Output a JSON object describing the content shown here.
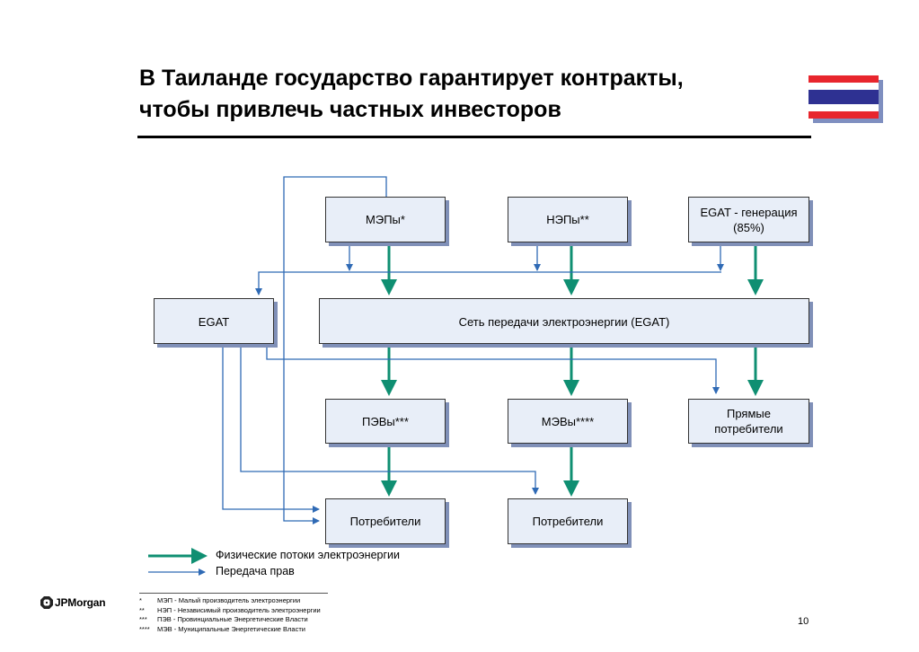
{
  "header": {
    "title_line1": "В Таиланде государство гарантирует контракты,",
    "title_line2": "чтобы привлечь частных инвесторов"
  },
  "flag": {
    "colors": [
      "#e8262d",
      "#ffffff",
      "#2e3192",
      "#ffffff",
      "#e8262d"
    ]
  },
  "nodes": {
    "meps": "МЭПы*",
    "neps": "НЭПы**",
    "egat_gen_line1": "EGAT - генерация",
    "egat_gen_line2": "(85%)",
    "egat": "EGAT",
    "grid": "Сеть передачи электроэнергии (EGAT)",
    "pevs": "ПЭВы***",
    "mevs": "МЭВы****",
    "direct_line1": "Прямые",
    "direct_line2": "потребители",
    "consumers_1": "Потребители",
    "consumers_2": "Потребители"
  },
  "legend": {
    "physical": "Физические потоки электроэнергии",
    "rights": "Передача прав",
    "physical_color": "#0f8f72",
    "rights_color": "#2f6ab5"
  },
  "footnotes": [
    {
      "mark": "*",
      "text": "МЭП - Малый производитель электроэнергии"
    },
    {
      "mark": "**",
      "text": "НЭП - Независимый производитель электроэнергии"
    },
    {
      "mark": "***",
      "text": "ПЭВ - Провинциальные Энергетические Власти"
    },
    {
      "mark": "****",
      "text": "МЭВ - Муниципальные Энергетические Власти"
    }
  ],
  "logo": {
    "text": "JPMorgan",
    "icon": "jpmorgan-octagon-icon"
  },
  "page_number": "10"
}
